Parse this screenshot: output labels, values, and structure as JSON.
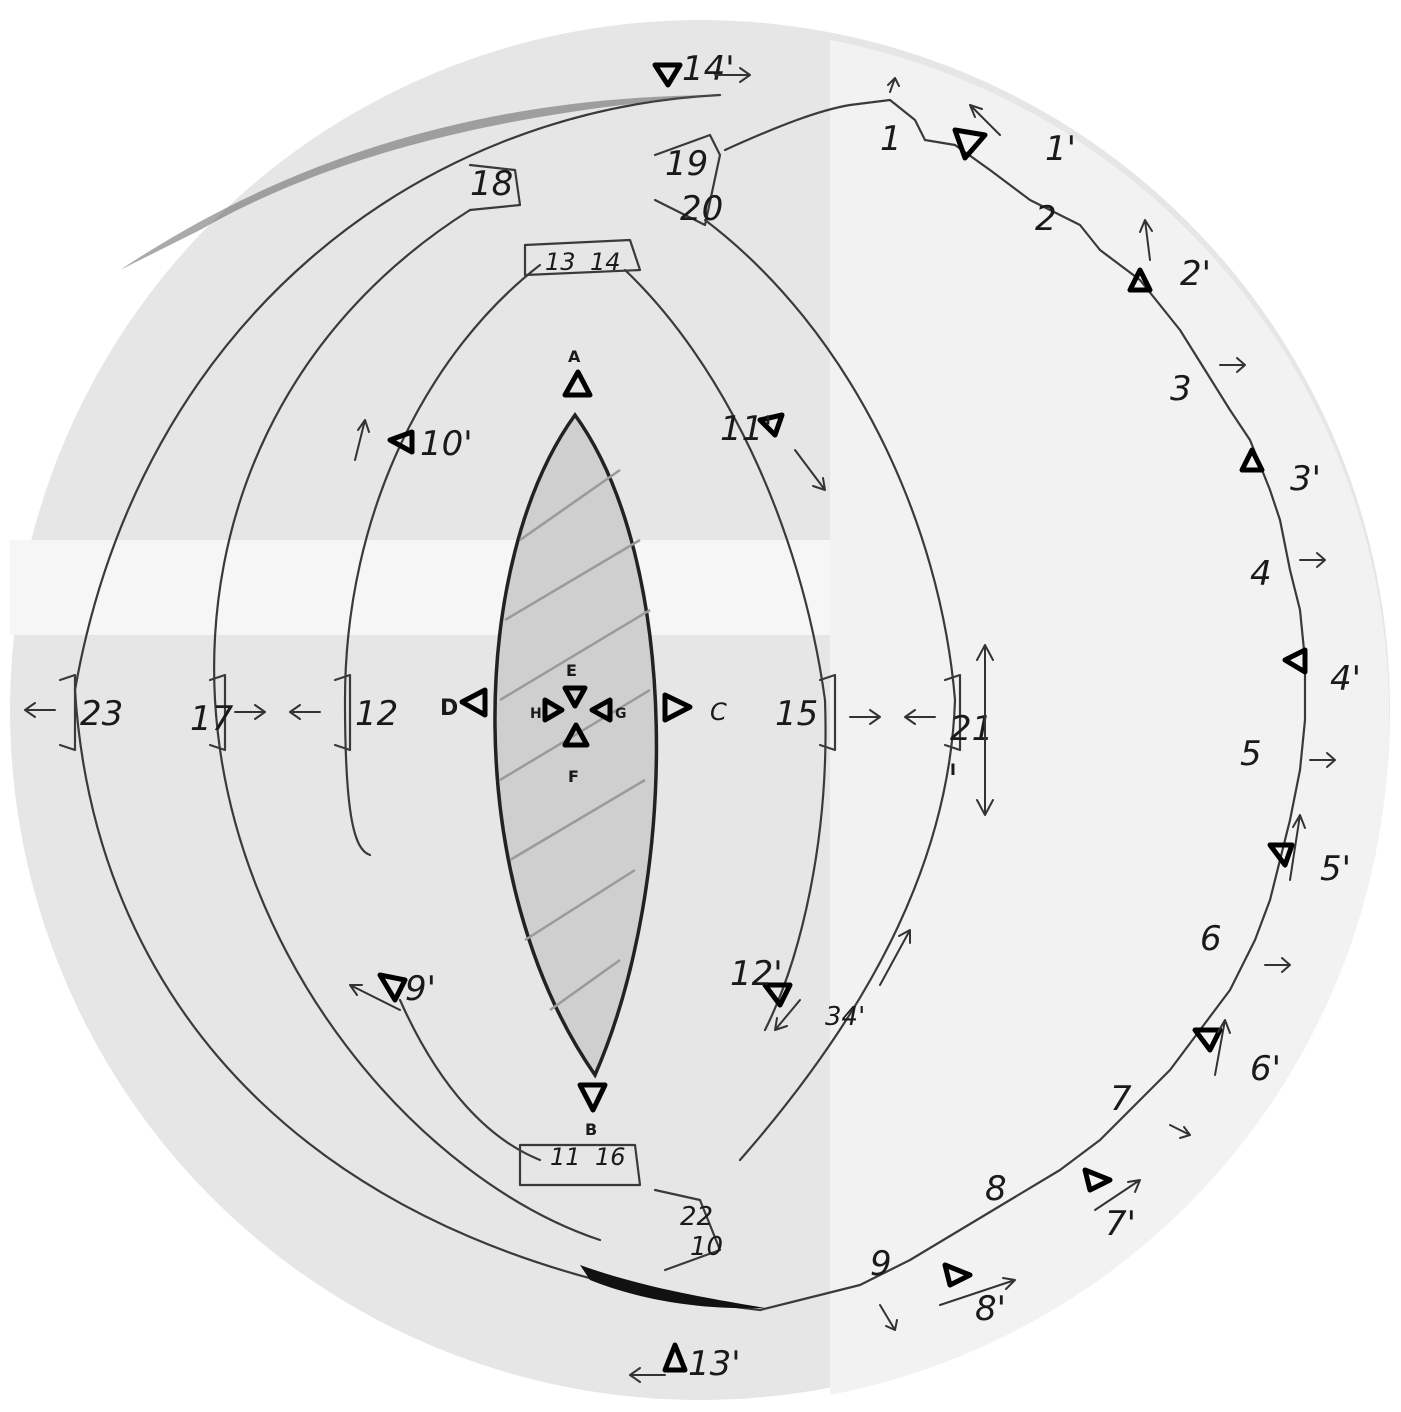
{
  "diagram": {
    "hub_labels": {
      "h13": "13",
      "h14": "14",
      "h18": "18",
      "h19": "19",
      "h20": "20",
      "h11": "11",
      "h16": "16",
      "h10": "10",
      "h22": "22",
      "h23": "23",
      "h17": "17",
      "h12": "12",
      "h15": "15",
      "h21": "21"
    },
    "ring_labels": [
      "1",
      "2",
      "3",
      "4",
      "5",
      "6",
      "7",
      "8",
      "9"
    ],
    "station_labels": {
      "s1": "1'",
      "s2": "2'",
      "s3": "3'",
      "s4": "4'",
      "s5": "5'",
      "s6": "6'",
      "s7": "7'",
      "s8": "8'",
      "s9": "9'",
      "s10": "10'",
      "s11": "11'",
      "s12": "12'",
      "s13": "13'",
      "s14": "14'",
      "s34": "34'"
    },
    "center_labels": {
      "A": "A",
      "B": "B",
      "C": "C",
      "D": "D",
      "E": "E",
      "F": "F",
      "G": "G",
      "H": "H",
      "I": "I"
    },
    "colors": {
      "paper": "#e6e6e6",
      "paper_light": "#f2f2f2",
      "hatch": "#bdbdbd",
      "ink": "#111111"
    }
  }
}
